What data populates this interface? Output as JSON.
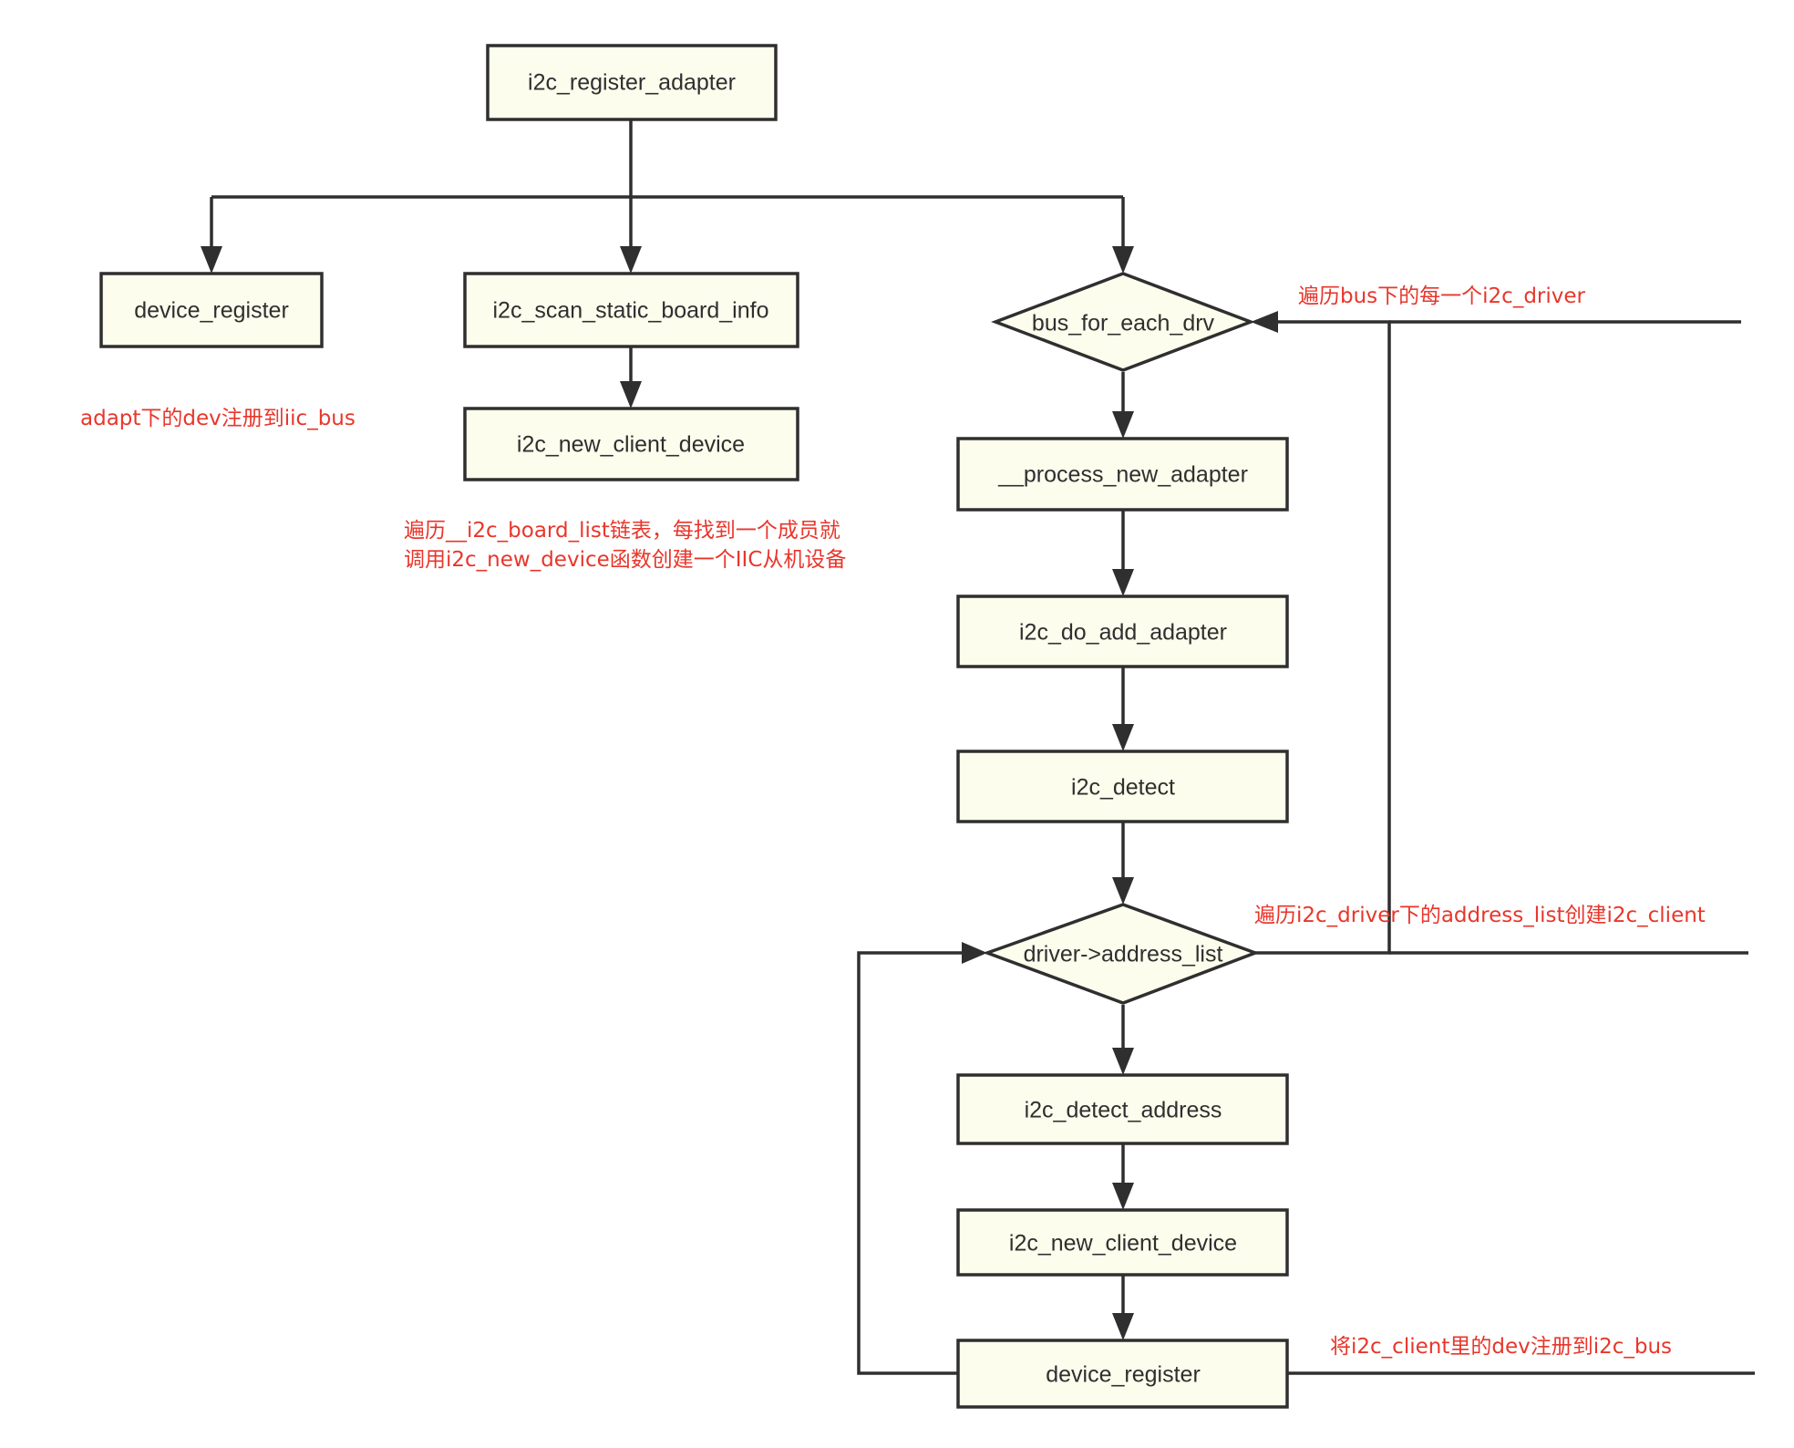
{
  "nodes": {
    "register_adapter": "i2c_register_adapter",
    "device_register_top": "device_register",
    "scan_static_board_info": "i2c_scan_static_board_info",
    "new_client_device_top": "i2c_new_client_device",
    "bus_for_each_drv": "bus_for_each_drv",
    "process_new_adapter": "__process_new_adapter",
    "do_add_adapter": "i2c_do_add_adapter",
    "detect": "i2c_detect",
    "address_list": "driver->address_list",
    "detect_address": "i2c_detect_address",
    "new_client_device_bottom": "i2c_new_client_device",
    "device_register_bottom": "device_register"
  },
  "notes": {
    "adapt_dev": "adapt下的dev注册到iic_bus",
    "board_list_line1": "遍历__i2c_board_list链表，每找到一个成员就",
    "board_list_line2": "调用i2c_new_device函数创建一个IIC从机设备",
    "each_driver": "遍历bus下的每一个i2c_driver",
    "address_list_create": "遍历i2c_driver下的address_list创建i2c_client",
    "client_register": "将i2c_client里的dev注册到i2c_bus"
  },
  "colors": {
    "node_fill": "#fdfded",
    "node_stroke": "#2f2f2f",
    "note_text": "#e8362b"
  }
}
